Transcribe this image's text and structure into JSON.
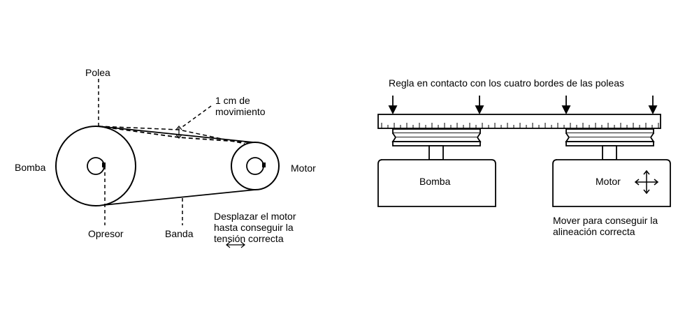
{
  "left_diagram": {
    "labels": {
      "polea": "Polea",
      "bomba": "Bomba",
      "motor": "Motor",
      "opresor": "Opresor",
      "banda": "Banda",
      "movement": "1 cm de\nmovimiento",
      "instruction": "Desplazar el motor\nhasta conseguir la\ntensión correcta"
    },
    "icons": {
      "move_arrow": "double-arrow-horizontal-icon"
    }
  },
  "right_diagram": {
    "labels": {
      "ruler_caption": "Regla en contacto con los cuatro bordes de las poleas",
      "bomba": "Bomba",
      "motor": "Motor",
      "instruction": "Mover para conseguir la\nalineación correcta"
    },
    "icons": {
      "contact_arrows": "arrow-down-icon",
      "move_cross": "four-way-arrow-icon"
    }
  }
}
